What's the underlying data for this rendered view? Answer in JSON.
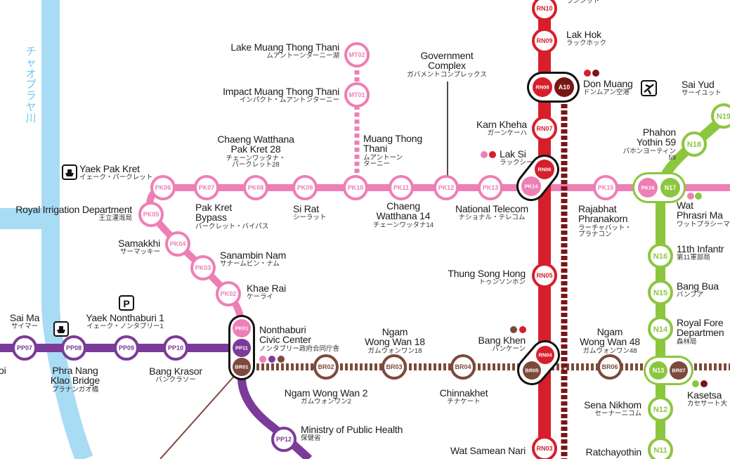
{
  "colors": {
    "pink": "#ee7fb5",
    "red": "#d71f2b",
    "darkred": "#7a1517",
    "purple": "#7b3b98",
    "brown": "#7b4a3c",
    "green": "#8cc63f",
    "river": "#a8dcf4"
  },
  "river_name": "チャオプラヤ川",
  "stations": [
    {
      "code": "RN10",
      "line": "red"
    },
    {
      "code": "RN09",
      "line": "red"
    },
    {
      "code": "RN08",
      "line": "red"
    },
    {
      "code": "A10",
      "line": "darkred"
    },
    {
      "code": "RN07",
      "line": "red"
    },
    {
      "code": "RN06",
      "line": "red"
    },
    {
      "code": "RN05",
      "line": "red"
    },
    {
      "code": "RN04",
      "line": "red"
    },
    {
      "code": "RN03",
      "line": "red"
    },
    {
      "code": "MT02",
      "line": "pink"
    },
    {
      "code": "MT01",
      "line": "pink"
    },
    {
      "code": "PK02",
      "line": "pink"
    },
    {
      "code": "PK03",
      "line": "pink"
    },
    {
      "code": "PK04",
      "line": "pink"
    },
    {
      "code": "PK05",
      "line": "pink"
    },
    {
      "code": "PK06",
      "line": "pink"
    },
    {
      "code": "PK07",
      "line": "pink"
    },
    {
      "code": "PK08",
      "line": "pink"
    },
    {
      "code": "PK09",
      "line": "pink"
    },
    {
      "code": "PK10",
      "line": "pink"
    },
    {
      "code": "PK11",
      "line": "pink"
    },
    {
      "code": "PK12",
      "line": "pink"
    },
    {
      "code": "PK13",
      "line": "pink"
    },
    {
      "code": "PK14",
      "line": "pink"
    },
    {
      "code": "PK15",
      "line": "pink"
    },
    {
      "code": "PK16",
      "line": "pink"
    },
    {
      "code": "PK01",
      "line": "pink"
    },
    {
      "code": "PP07",
      "line": "purple"
    },
    {
      "code": "PP08",
      "line": "purple"
    },
    {
      "code": "PP09",
      "line": "purple"
    },
    {
      "code": "PP10",
      "line": "purple"
    },
    {
      "code": "PP11",
      "line": "purple"
    },
    {
      "code": "PP12",
      "line": "purple"
    },
    {
      "code": "BR01",
      "line": "brown"
    },
    {
      "code": "BR02",
      "line": "brown"
    },
    {
      "code": "BR03",
      "line": "brown"
    },
    {
      "code": "BR04",
      "line": "brown"
    },
    {
      "code": "BR05",
      "line": "brown"
    },
    {
      "code": "BR06",
      "line": "brown"
    },
    {
      "code": "BR07",
      "line": "brown"
    },
    {
      "code": "N19",
      "line": "green"
    },
    {
      "code": "N18",
      "line": "green"
    },
    {
      "code": "N17",
      "line": "green"
    },
    {
      "code": "N16",
      "line": "green"
    },
    {
      "code": "N15",
      "line": "green"
    },
    {
      "code": "N14",
      "line": "green"
    },
    {
      "code": "N13",
      "line": "green"
    },
    {
      "code": "N12",
      "line": "green"
    },
    {
      "code": "N11",
      "line": "green"
    }
  ],
  "labels": [
    {
      "id": "rangsit",
      "en": "",
      "ja": "ランシット"
    },
    {
      "id": "lak-hok",
      "en": "Lak Hok",
      "ja": "ラックホック"
    },
    {
      "id": "lake-mtt",
      "en": "Lake Muang Thong Thani",
      "ja": "ムアントーンターニー湖"
    },
    {
      "id": "impact-mtt",
      "en": "Impact Muang Thong Thani",
      "ja": "インパクト・ムアントンターニー"
    },
    {
      "id": "gov-complex",
      "en": "Government\nComplex",
      "ja": "ガバメントコンプレックス"
    },
    {
      "id": "don-muang",
      "en": "Don Muang",
      "ja": "ドンムアン空港"
    },
    {
      "id": "sai-yud",
      "en": "Sai Yud",
      "ja": "サーイユット"
    },
    {
      "id": "karn-kheha",
      "en": "Karn Kheha",
      "ja": "ガーンケーハ"
    },
    {
      "id": "phahon-59",
      "en": "Phahon Yothin 59",
      "ja": "パホンヨーティン59"
    },
    {
      "id": "lak-si",
      "en": "Lak Si",
      "ja": "ラックシー"
    },
    {
      "id": "cw-pk28",
      "en": "Chaeng Watthana\nPak Kret 28",
      "ja": "チェーンワッタナ・\nパークレット28"
    },
    {
      "id": "muang-thong",
      "en": "Muang Thong\nThani",
      "ja": "ムアントーン\nターニー"
    },
    {
      "id": "yaek-pak-kret",
      "en": "Yaek Pak Kret",
      "ja": "イェーク・パークレット"
    },
    {
      "id": "royal-irrigation",
      "en": "Royal Irrigation Department",
      "ja": "王立灌漑局"
    },
    {
      "id": "pak-kret-bypass",
      "en": "Pak Kret\nBypass",
      "ja": "パークレット・バイパス"
    },
    {
      "id": "si-rat",
      "en": "Si Rat",
      "ja": "シーラット"
    },
    {
      "id": "cw-14",
      "en": "Chaeng\nWatthana 14",
      "ja": "チェーンワッタナ14"
    },
    {
      "id": "national-telecom",
      "en": "National Telecom",
      "ja": "ナショナル・テレコム"
    },
    {
      "id": "rajabhat",
      "en": "Rajabhat\nPhranakorn",
      "ja": "ラーチャバット・\nプラナコン"
    },
    {
      "id": "wat-phrasri",
      "en": "Wat\nPhrasri Ma",
      "ja": "ワットプラシーマ"
    },
    {
      "id": "samakkhi",
      "en": "Samakkhi",
      "ja": "サーマッキー"
    },
    {
      "id": "sanambin-nam",
      "en": "Sanambin Nam",
      "ja": "サナームビン・ナム"
    },
    {
      "id": "infantry",
      "en": "11th Infantr",
      "ja": "第11軍部局"
    },
    {
      "id": "khae-rai",
      "en": "Khae Rai",
      "ja": "ケーライ"
    },
    {
      "id": "thung-song-hong",
      "en": "Thung Song Hong",
      "ja": "トゥンソンホン"
    },
    {
      "id": "bang-bua",
      "en": "Bang Bua",
      "ja": "バンブア"
    },
    {
      "id": "royal-forest",
      "en": "Royal Fore\nDepartmen",
      "ja": "森林局"
    },
    {
      "id": "sai-ma",
      "en": "Sai Ma",
      "ja": "サイマー"
    },
    {
      "id": "yaek-nonthaburi-1",
      "en": "Yaek Nonthaburi 1",
      "ja": "イェーク・ノンタブリー1"
    },
    {
      "id": "nonthaburi-civic",
      "en": "Nonthaburi\nCivic Center",
      "ja": "ノンタブリー政府合同庁舎"
    },
    {
      "id": "ngam-wong-wan-18",
      "en": "Ngam\nWong Wan 18",
      "ja": "ガムウォンワン18"
    },
    {
      "id": "bang-khen",
      "en": "Bang Khen",
      "ja": "バンケーン"
    },
    {
      "id": "ngam-wong-wan-48",
      "en": "Ngam\nWong Wan 48",
      "ja": "ガムウォンワン48"
    },
    {
      "id": "oi",
      "en": "oi",
      "ja": ""
    },
    {
      "id": "phra-nang-klao",
      "en": "Phra Nang\nKlao Bridge",
      "ja": "プラナンガオ橋"
    },
    {
      "id": "bang-krasor",
      "en": "Bang Krasor",
      "ja": "バンクラソー"
    },
    {
      "id": "kasetsart",
      "en": "Kasetsa",
      "ja": "カセサート大"
    },
    {
      "id": "ngam-wong-wan-2",
      "en": "Ngam Wong Wan 2",
      "ja": "ガムウォンワン2"
    },
    {
      "id": "chinnakhet",
      "en": "Chinnakhet",
      "ja": "チナケート"
    },
    {
      "id": "sena-nikhom",
      "en": "Sena Nikhom",
      "ja": "セーナーニコム"
    },
    {
      "id": "ministry-health",
      "en": "Ministry of Public Health",
      "ja": "保健省"
    },
    {
      "id": "wat-samean-nari",
      "en": "Wat Samean Nari",
      "ja": ""
    },
    {
      "id": "ratchayothin",
      "en": "Ratchayothin",
      "ja": ""
    }
  ],
  "icons": {
    "parking": "P"
  }
}
